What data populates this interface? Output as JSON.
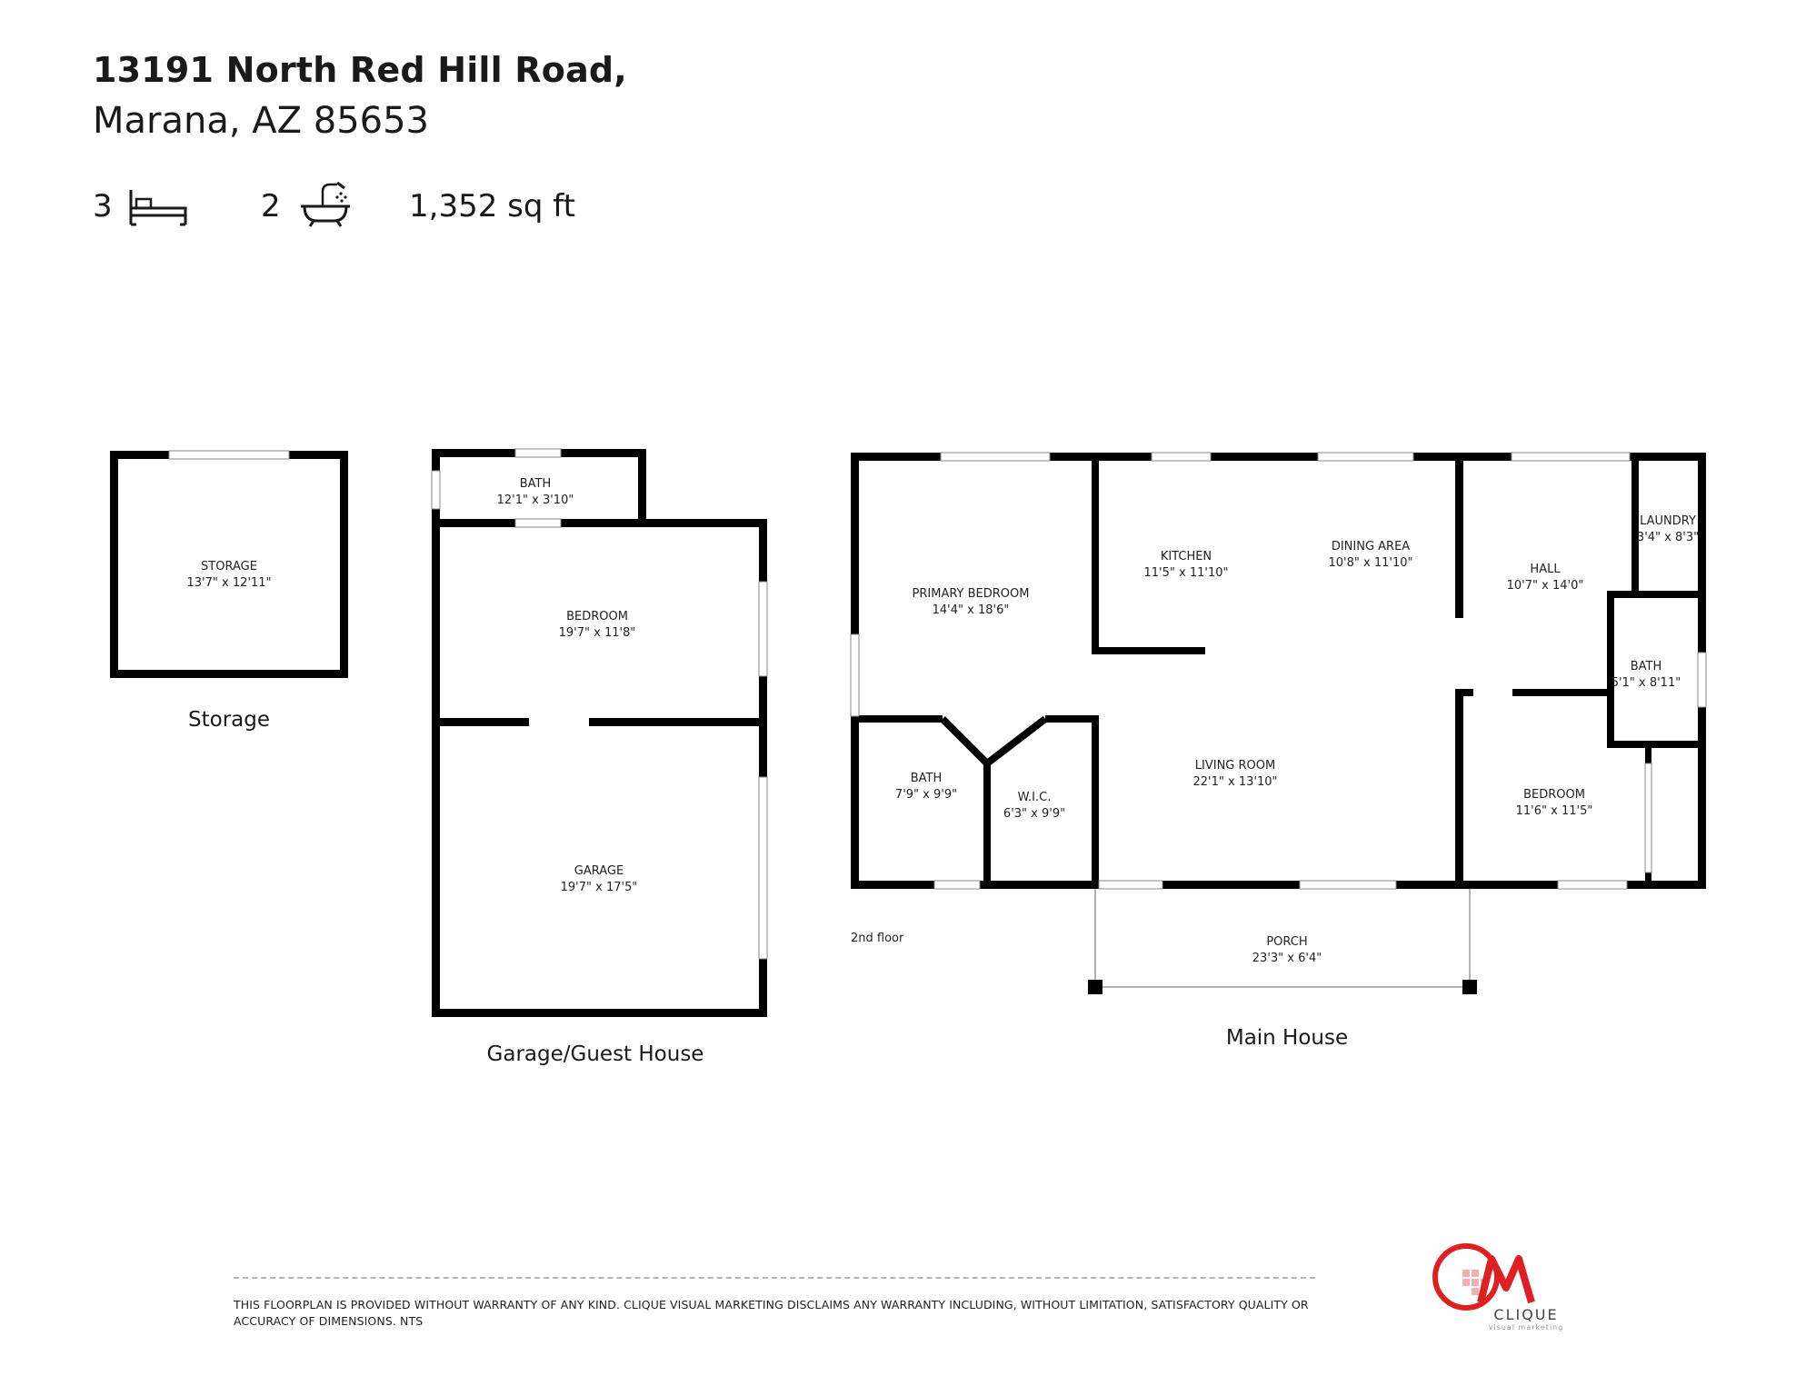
{
  "header": {
    "address_line1": "13191 North Red Hill Road,",
    "address_line2": "Marana, AZ 85653"
  },
  "stats": {
    "bedrooms": "3",
    "bedroom_icon": "bed-icon",
    "bathrooms": "2",
    "bathroom_icon": "bathtub-icon",
    "area": "1,352 sq ft"
  },
  "buildings": {
    "storage": {
      "label": "Storage",
      "rooms": [
        {
          "name": "STORAGE",
          "dim": "13'7\" x 12'11\""
        }
      ]
    },
    "garage_guest": {
      "label": "Garage/Guest House",
      "rooms": [
        {
          "name": "BATH",
          "dim": "12'1\" x 3'10\""
        },
        {
          "name": "BEDROOM",
          "dim": "19'7\" x 11'8\""
        },
        {
          "name": "GARAGE",
          "dim": "19'7\" x 17'5\""
        }
      ]
    },
    "main_house": {
      "label": "Main House",
      "note": "2nd floor",
      "rooms": [
        {
          "name": "PRIMARY BEDROOM",
          "dim": "14'4\" x 18'6\""
        },
        {
          "name": "KITCHEN",
          "dim": "11'5\" x 11'10\""
        },
        {
          "name": "DINING AREA",
          "dim": "10'8\" x 11'10\""
        },
        {
          "name": "HALL",
          "dim": "10'7\" x 14'0\""
        },
        {
          "name": "LAUNDRY",
          "dim": "3'4\" x 8'3\""
        },
        {
          "name": "BATH",
          "dim": "5'1\" x 8'11\""
        },
        {
          "name": "BATH",
          "dim": "7'9\" x 9'9\""
        },
        {
          "name": "W.I.C.",
          "dim": "6'3\" x 9'9\""
        },
        {
          "name": "LIVING ROOM",
          "dim": "22'1\" x 13'10\""
        },
        {
          "name": "BEDROOM",
          "dim": "11'6\" x 11'5\""
        },
        {
          "name": "PORCH",
          "dim": "23'3\" x 6'4\""
        }
      ]
    }
  },
  "footer": {
    "disclaimer": "THIS FLOORPLAN IS PROVIDED WITHOUT WARRANTY OF ANY KIND. CLIQUE VISUAL MARKETING DISCLAIMS ANY WARRANTY INCLUDING, WITHOUT LIMITATION, SATISFACTORY QUALITY OR ACCURACY OF DIMENSIONS. NTS"
  },
  "logo": {
    "text": "CLIQUE",
    "subtext": "visual marketing",
    "accent_color": "#e02020"
  }
}
